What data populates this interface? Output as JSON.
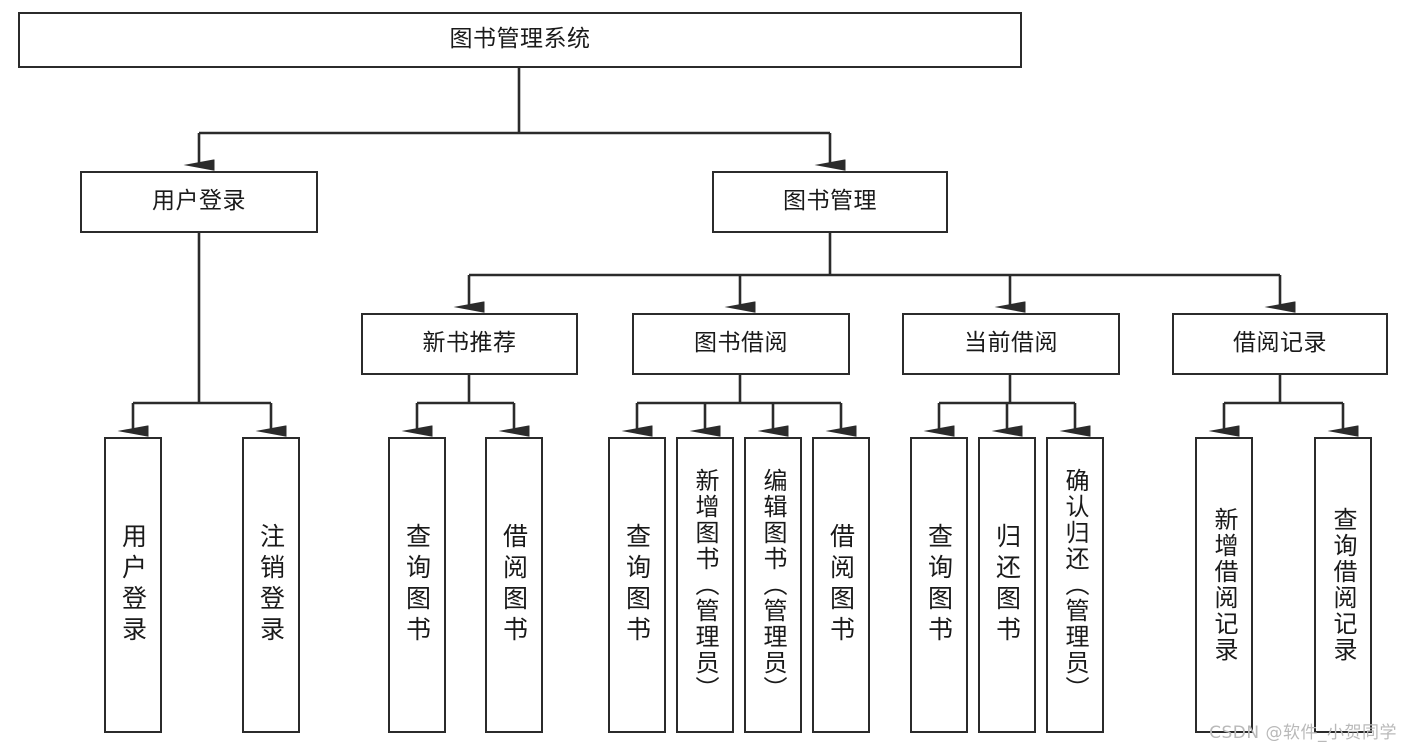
{
  "diagram": {
    "title": "图书管理系统",
    "type": "tree-hierarchy-diagram",
    "colors": {
      "box_border": "#2b2b2b",
      "box_fill": "#ffffff",
      "edge": "#2b2b2b",
      "text": "#1a1a1a",
      "watermark": "#b9b9b9"
    },
    "root": {
      "label": "图书管理系统"
    },
    "level2": [
      {
        "label": "用户登录"
      },
      {
        "label": "图书管理"
      }
    ],
    "level3": [
      {
        "label": "新书推荐"
      },
      {
        "label": "图书借阅"
      },
      {
        "label": "当前借阅"
      },
      {
        "label": "借阅记录"
      }
    ],
    "leaves": {
      "user_login": [
        {
          "label": "用户登录"
        },
        {
          "label": "注销登录"
        }
      ],
      "new_book_recommend": [
        {
          "label": "查询图书"
        },
        {
          "label": "借阅图书"
        }
      ],
      "book_borrow": [
        {
          "label": "查询图书"
        },
        {
          "label": "新增图书（管理员）"
        },
        {
          "label": "编辑图书（管理员）"
        },
        {
          "label": "借阅图书"
        }
      ],
      "current_borrow": [
        {
          "label": "查询图书"
        },
        {
          "label": "归还图书"
        },
        {
          "label": "确认归还（管理员）"
        }
      ],
      "borrow_record": [
        {
          "label": "新增借阅记录"
        },
        {
          "label": "查询借阅记录"
        }
      ]
    }
  },
  "watermark": {
    "text": "CSDN @软件_小贺同学"
  }
}
